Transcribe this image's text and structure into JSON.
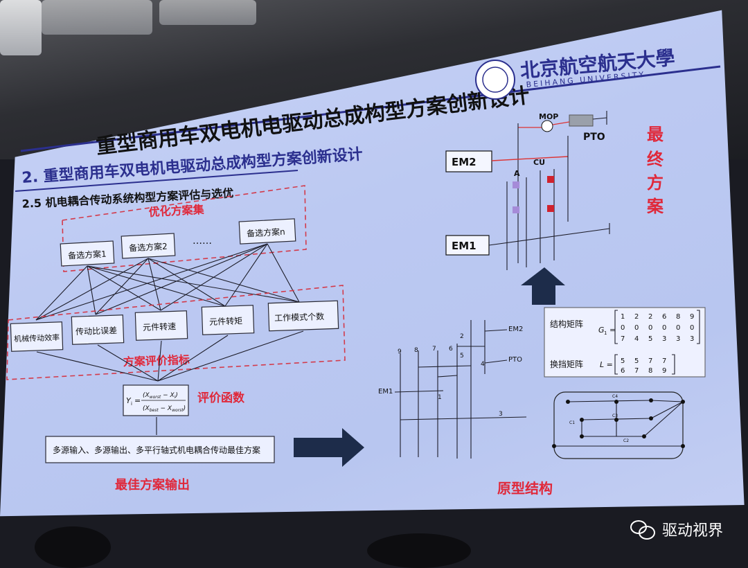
{
  "slide": {
    "main_title": "重型商用车双电机电驱动总成构型方案创新设计",
    "section_title": "2. 重型商用车双电机电驱动总成构型方案创新设计",
    "subsection": "2.5 机电耦合传动系统构型方案评估与选优",
    "university_cn": "北京航空航天大學",
    "university_en": "BEIHANG UNIVERSITY"
  },
  "left_diagram": {
    "optimized_set_label": "优化方案集",
    "candidates": [
      "备选方案1",
      "备选方案2",
      "……",
      "备选方案n"
    ],
    "criteria": [
      "机械传动效率",
      "传动比误差",
      "元件转速",
      "元件转矩",
      "工作模式个数"
    ],
    "criteria_label": "方案评价指标",
    "eval_function_label": "评价函数",
    "formula_left": "Y",
    "formula_sub": "i",
    "formula_num": "(X",
    "formula_num_sub1": "worst",
    "formula_num_mid": " − X",
    "formula_num_sub2": "i",
    "formula_den": "(X",
    "formula_den_sub1": "best",
    "formula_den_mid": " − X",
    "formula_den_sub2": "worst",
    "best_output_text": "多源输入、多源输出、多平行轴式机电耦合传动最佳方案",
    "best_output_label": "最佳方案输出"
  },
  "right_diagram": {
    "final_label": [
      "最",
      "终",
      "方",
      "案"
    ],
    "mop": "MOP",
    "pto": "PTO",
    "em2": "EM2",
    "em1": "EM1",
    "a": "A",
    "cu": "CU",
    "prototype_label": "原型结构",
    "structure_matrix_label": "结构矩阵",
    "shift_matrix_label": "换挡矩阵",
    "g_label": "G",
    "g_sub": "1",
    "l_label": "L =",
    "g_rows": [
      [
        "1",
        "2",
        "2",
        "6",
        "8",
        "9"
      ],
      [
        "0",
        "0",
        "0",
        "0",
        "0",
        "0"
      ],
      [
        "7",
        "4",
        "5",
        "3",
        "3",
        "3"
      ]
    ],
    "l_rows": [
      [
        "5",
        "5",
        "7",
        "7"
      ],
      [
        "6",
        "7",
        "8",
        "9"
      ]
    ],
    "proto_labels": {
      "em2": "EM2",
      "pto": "PTO",
      "em1": "EM1",
      "n1": "1",
      "n2": "2",
      "n3": "3",
      "n4": "4",
      "n5": "5",
      "n6": "6",
      "n7": "7",
      "n8": "8",
      "n9": "9"
    },
    "graph_labels": {
      "c1": "C1",
      "c2": "C2",
      "c3": "C3",
      "c4": "C4"
    }
  },
  "watermark": {
    "text": "驱动视界"
  },
  "colors": {
    "accent_red": "#e0283a",
    "slide_bg": "#c2cdf3",
    "title_bar": "#2b2f8e",
    "arrow_dark": "#1d2c4a"
  }
}
